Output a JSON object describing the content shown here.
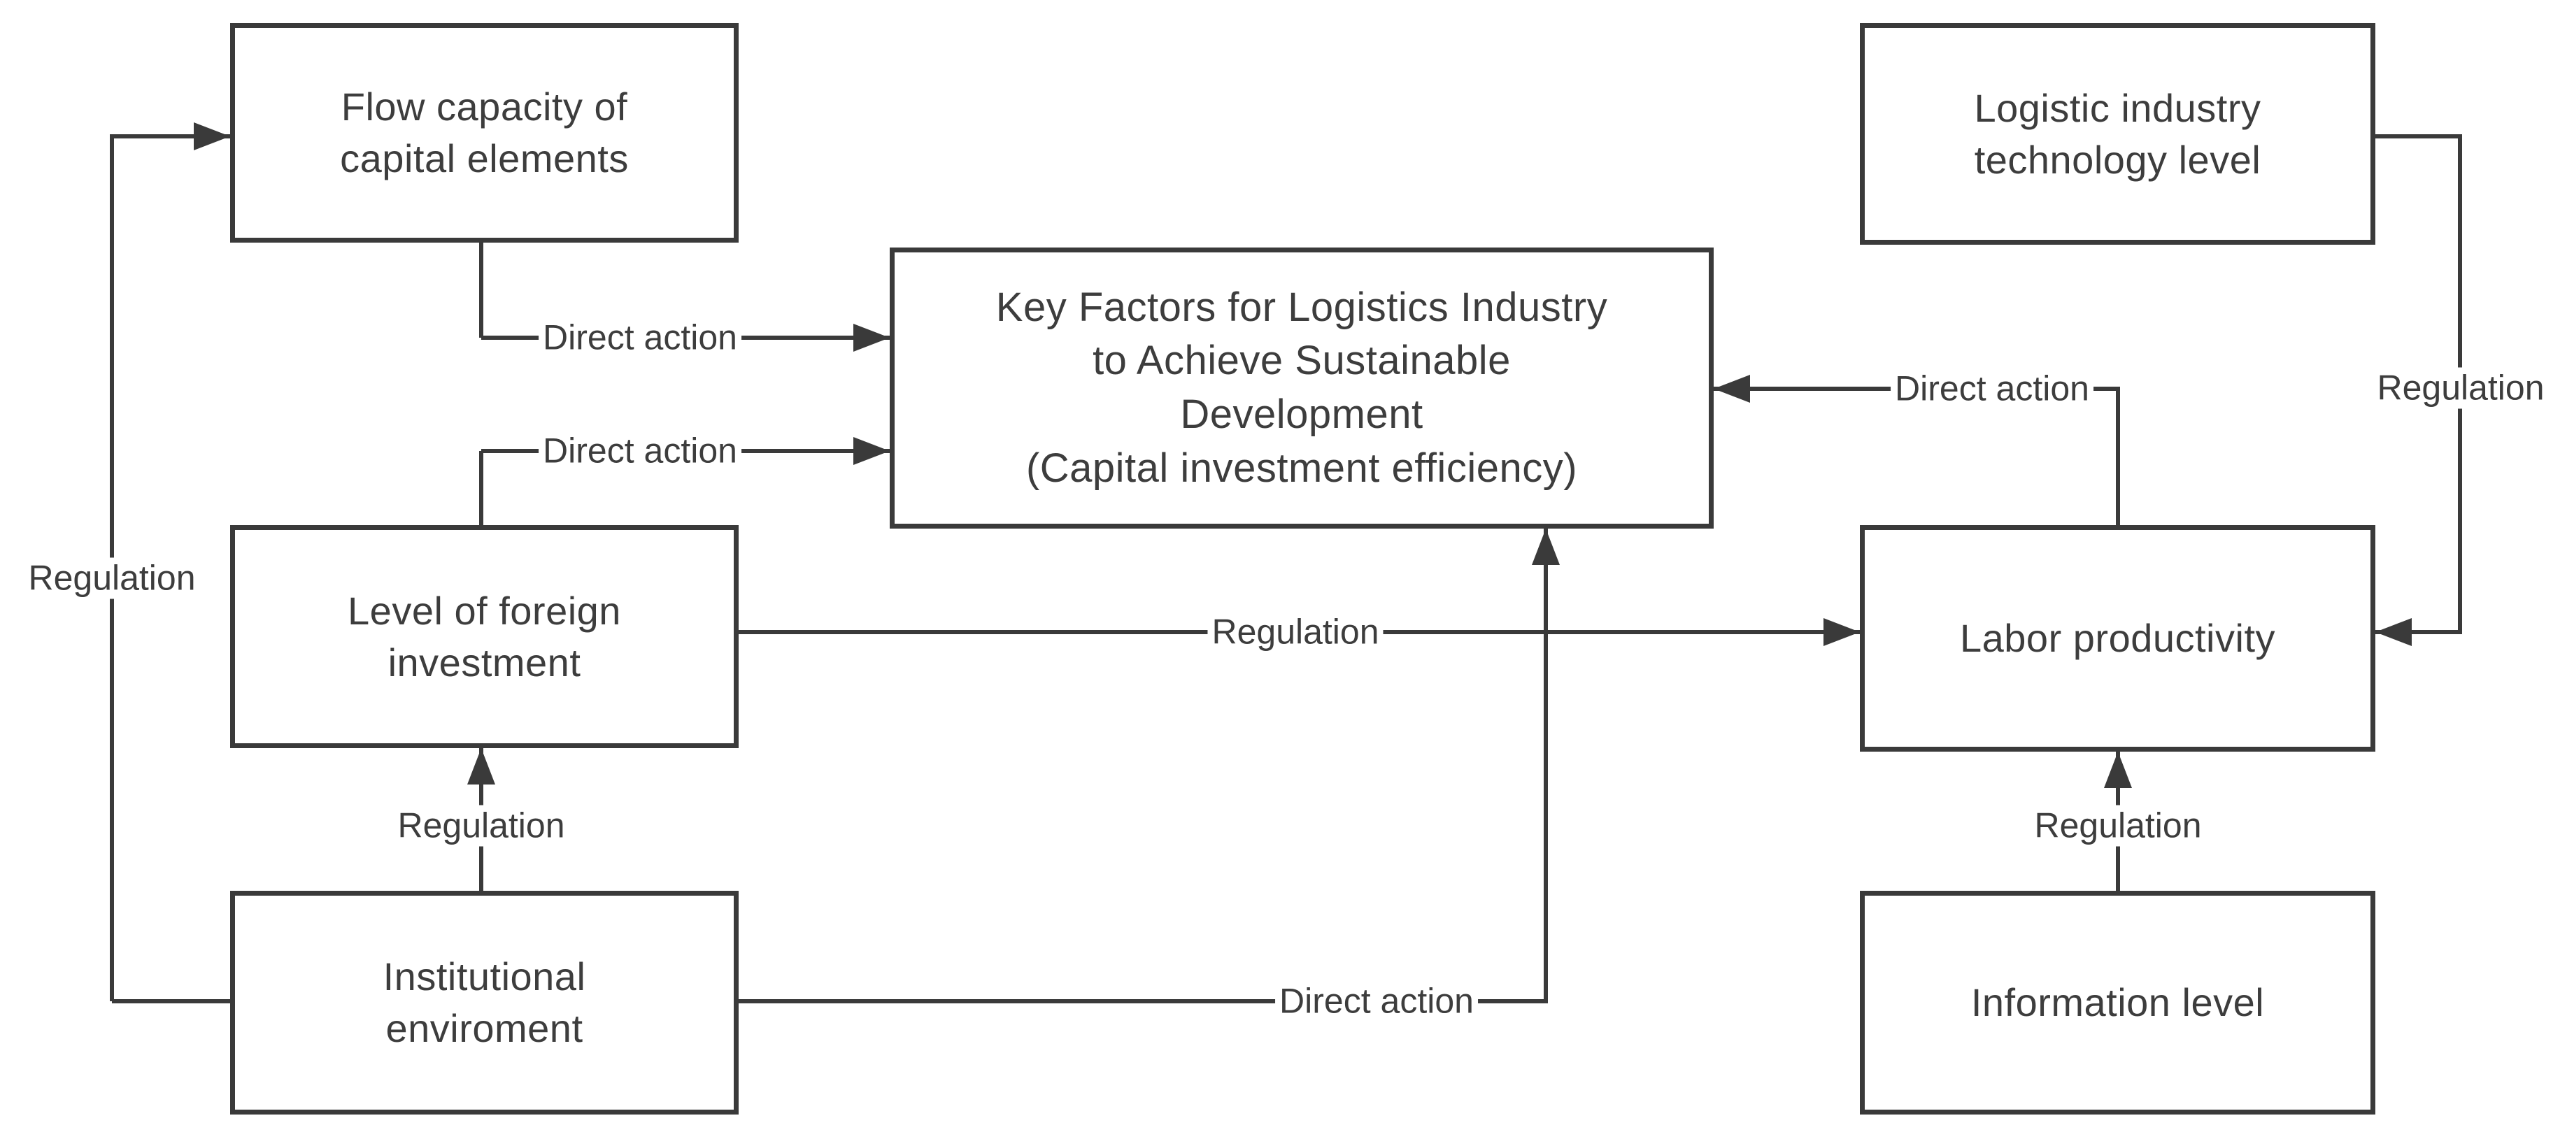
{
  "diagram": {
    "boxes": {
      "flow_capacity": {
        "label": "Flow capacity of\ncapital elements"
      },
      "tech_level": {
        "label": "Logistic industry\ntechnology level"
      },
      "key_factors": {
        "label": "Key Factors for Logistics Industry\nto Achieve Sustainable\nDevelopment\n(Capital investment efficiency)"
      },
      "foreign_investment": {
        "label": "Level of foreign\ninvestment"
      },
      "labor_productivity": {
        "label": "Labor productivity"
      },
      "institutional_environment": {
        "label": "Institutional\nenviroment"
      },
      "information_level": {
        "label": "Information level"
      }
    },
    "edges": {
      "flow_to_key": {
        "label": "Direct action"
      },
      "foreign_to_key": {
        "label": "Direct action"
      },
      "institutional_to_flow": {
        "label": "Regulation"
      },
      "institutional_to_foreign": {
        "label": "Regulation"
      },
      "foreign_to_labor": {
        "label": "Regulation"
      },
      "institutional_to_key": {
        "label": "Direct action"
      },
      "labor_to_key": {
        "label": "Direct action"
      },
      "tech_to_labor": {
        "label": "Regulation"
      },
      "info_to_labor": {
        "label": "Regulation"
      }
    },
    "colors": {
      "stroke": "#3a3a3a",
      "text": "#3d3d3d",
      "background": "#ffffff"
    }
  }
}
